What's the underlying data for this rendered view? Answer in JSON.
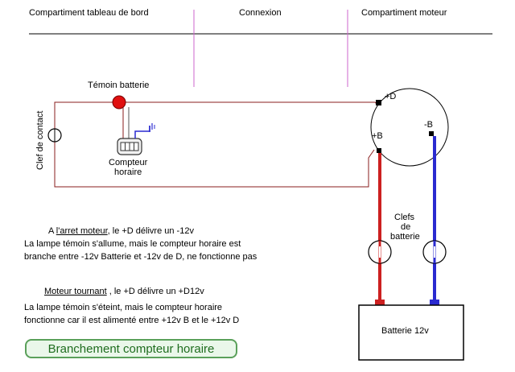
{
  "header": {
    "col1": "Compartiment tableau de bord",
    "col2": "Connexion",
    "col3": "Compartiment moteur"
  },
  "labels": {
    "temoin": "Témoin batterie",
    "clef_contact": "Clef de contact",
    "compteur_1": "Compteur",
    "compteur_2": "horaire",
    "plus_d": "+D",
    "plus_b": "+B",
    "minus_b": "-B",
    "clefs_1": "Clefs",
    "clefs_2": "de",
    "clefs_3": "batterie",
    "batterie": "Batterie 12v"
  },
  "text_block_1": {
    "prefix": "A ",
    "emph": "l'arret moteur",
    "suffix": ", le +D délivre un -12v",
    "line2": "La lampe témoin s'allume, mais le compteur horaire est",
    "line3": "branche entre -12v  Batterie et -12v de D, ne fonctionne pas"
  },
  "text_block_2": {
    "emph": "Moteur tournant",
    "suffix": " , le +D délivre un +D12v",
    "line2": "La lampe témoin s'éteint, mais le compteur horaire",
    "line3": "fonctionne car il est alimenté entre +12v B  et le +12v D"
  },
  "caption": "Branchement compteur horaire",
  "colors": {
    "divider": "#cc66cc",
    "wire_red": "#cc2020",
    "wire_blue": "#2a2ad0",
    "wire_dark_red": "#8a1c1c",
    "lamp": "#e01010",
    "ground": "#2a2ad0"
  }
}
